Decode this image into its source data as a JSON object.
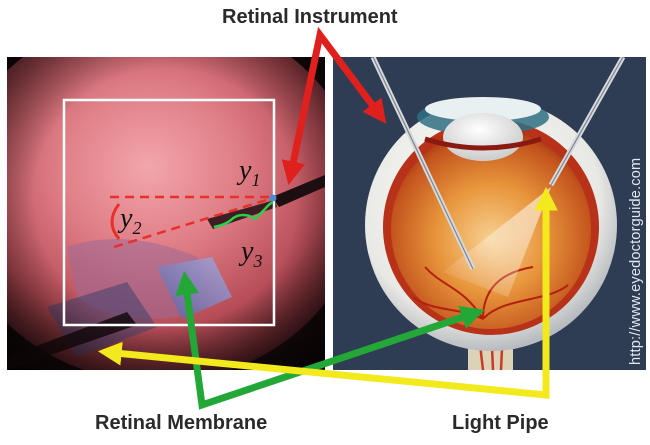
{
  "labels": {
    "retinal_instrument": "Retinal Instrument",
    "retinal_membrane": "Retinal Membrane",
    "light_pipe": "Light Pipe"
  },
  "variables": {
    "y1": {
      "symbol": "y",
      "subscript": "1"
    },
    "y2": {
      "symbol": "y",
      "subscript": "2"
    },
    "y3": {
      "symbol": "y",
      "subscript": "3"
    }
  },
  "source_url": "http://www.eyedoctorguide.com",
  "colors": {
    "instrument_arrow": "#e0201c",
    "membrane_arrow": "#23a838",
    "lightpipe_arrow": "#f2ea1c",
    "dashed_lines": "#e8302a",
    "bracket": "#2bd04a",
    "roi_box": "#ffffff",
    "right_background": "#2e3c54"
  }
}
